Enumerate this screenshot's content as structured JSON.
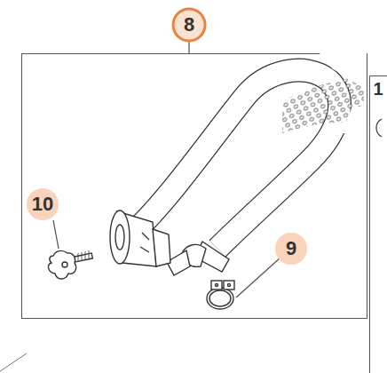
{
  "diagram": {
    "labels": [
      "8",
      "10",
      "9",
      "1"
    ]
  }
}
